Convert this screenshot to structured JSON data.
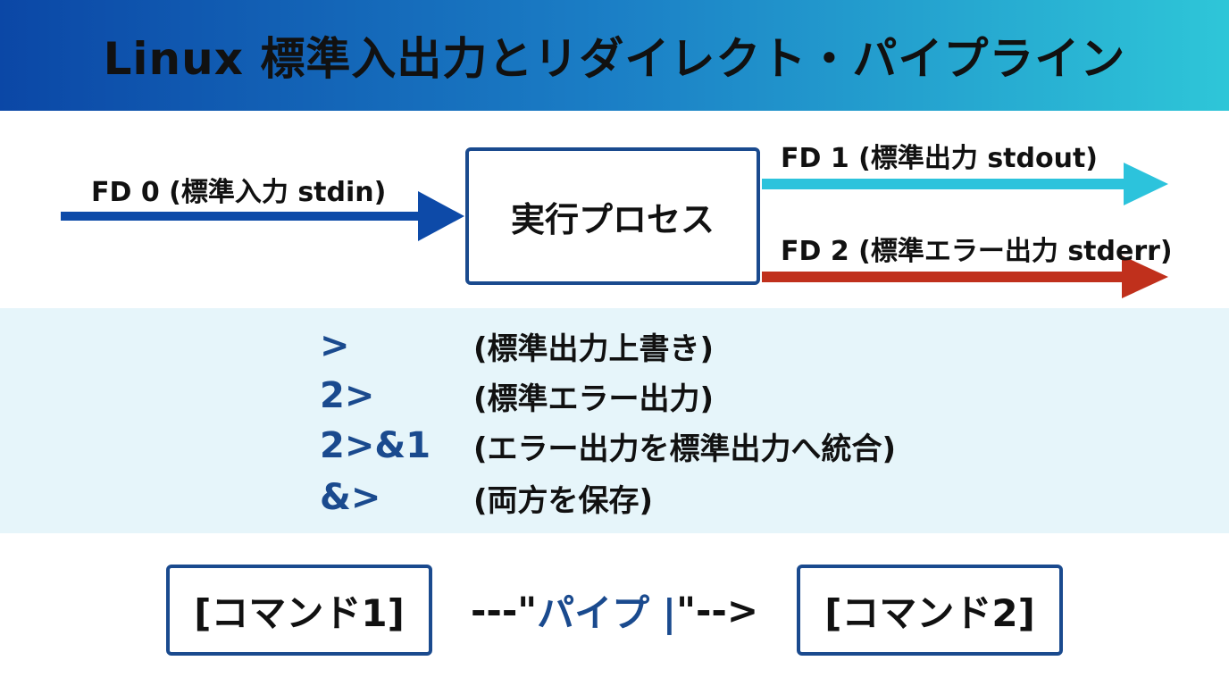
{
  "title": "Linux 標準入出力とリダイレクト・パイプライン",
  "flow": {
    "stdin_label": "FD 0 (標準入力 stdin)",
    "process_label": "実行プロセス",
    "stdout_label": "FD 1 (標準出力 stdout)",
    "stderr_label": "FD 2 (標準エラー出力 stderr)"
  },
  "operators": [
    {
      "symbol": ">",
      "description": "(標準出力上書き)"
    },
    {
      "symbol": "2>",
      "description": "(標準エラー出力)"
    },
    {
      "symbol": "2>&1",
      "description": "(エラー出力を標準出力へ統合)"
    },
    {
      "symbol": "&>",
      "description": "(両方を保存)"
    }
  ],
  "pipe": {
    "command1": "[コマンド1]",
    "prefix": "---\"",
    "word": "パイプ | ",
    "suffix": "\"-->",
    "command2": "[コマンド2]"
  },
  "colors": {
    "banner_start": "#0b47a6",
    "banner_end": "#2ec6d8",
    "stdin_arrow": "#0d4aa8",
    "stdout_arrow": "#2cc3dc",
    "stderr_arrow": "#c0301c",
    "accent": "#1a4a8e",
    "band": "#e6f5fa"
  }
}
